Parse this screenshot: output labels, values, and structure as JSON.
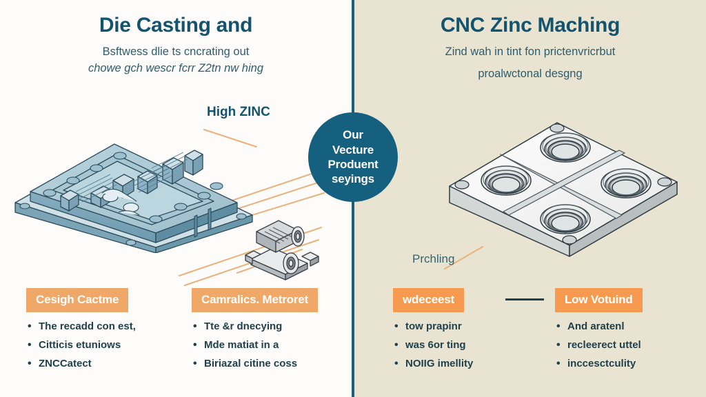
{
  "theme": {
    "deep_teal": "#14536e",
    "badge_teal": "#16607f",
    "divider_teal": "#1c5f7d",
    "text_slate": "#20414c",
    "tag_orange_left": "#f0a868",
    "tag_orange_right": "#f59a4f",
    "callout_line": "#e8b27a",
    "panel_left_bg": "#fdfcfa",
    "panel_right_bg": "#e8e4d1",
    "metal_blue": "#8fb4c4",
    "metal_white": "#f2f3f1"
  },
  "left_panel": {
    "title": "Die Casting and",
    "subtitle_line1": "Bsftwess dlie ts cncrating out",
    "subtitle_line2": "chowe gch wescr fcrr Z2tn nw hing",
    "callout_label": "High ZINC",
    "illustration_mold": "die-casting-mold-isometric",
    "illustration_part": "cast-part-isometric",
    "columns": [
      {
        "tag": "Cesigh Cactme",
        "points": [
          "The recadd con est,",
          "Citticis etuniows",
          "ZNCCatect"
        ]
      },
      {
        "tag": "Camralics. Metroret",
        "points": [
          "Tte &r dnecying",
          "Mde matiat in a",
          "Biriazal citine coss"
        ]
      }
    ]
  },
  "right_panel": {
    "title": "CNC Zinc Maching",
    "subtitle_line1": "Zind wah in tint fon prictenvricrbut",
    "subtitle_line2": "proalwctonal desgng",
    "callout_label": "Prchling",
    "illustration_plate": "cnc-machined-plate-isometric",
    "columns": [
      {
        "tag": "wdeceest",
        "points": [
          "tow prapinr",
          "was 6or ting",
          "NOIIG imellity"
        ]
      },
      {
        "tag": "Low Votuind",
        "points": [
          "And aratenl",
          "recleerect uttel",
          "inccesctculity"
        ]
      }
    ]
  },
  "badge": {
    "text": "Our\nVecture\nProduent\nseyings"
  }
}
